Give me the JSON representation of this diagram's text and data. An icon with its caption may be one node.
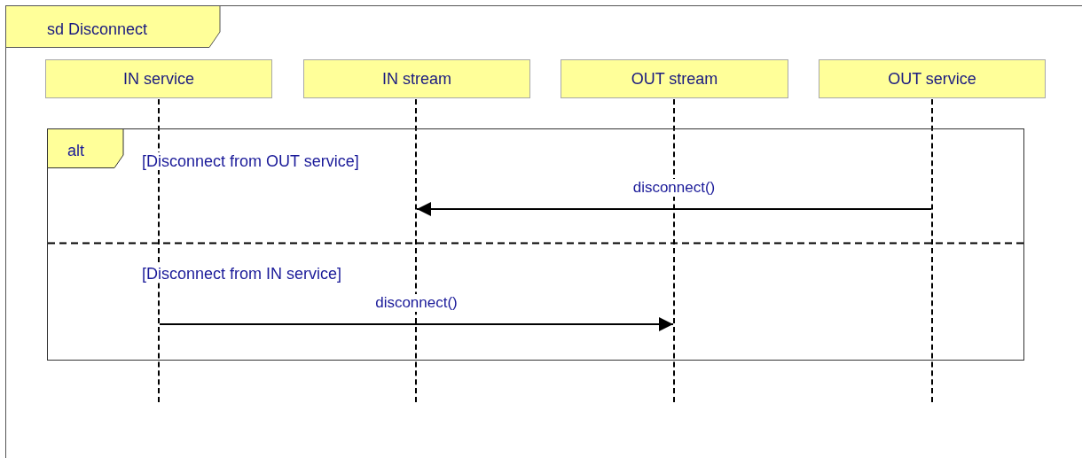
{
  "diagram": {
    "nodes": [
      {
        "text": [
          "sd Disconnect"
        ]
      },
      {
        "text": [
          "IN service"
        ],
        "in": 0
      },
      {
        "text": [
          "IN stream"
        ],
        "in": 0
      },
      {
        "text": [
          "OUT stream"
        ],
        "in": 0
      },
      {
        "text": [
          "OUT service"
        ],
        "in": 0
      },
      {
        "text": [],
        "shape": "line",
        "in": 0
      },
      {
        "text": [],
        "shape": "line",
        "in": 0
      },
      {
        "text": [],
        "shape": "line",
        "in": 0
      },
      {
        "text": [],
        "shape": "line",
        "in": 0
      }
    ],
    "edges": [
      {
        "from": 8,
        "to": 6,
        "arrow": "to",
        "label": "disconnect()"
      },
      {
        "from": 5,
        "to": 7,
        "arrow": "to",
        "label": "disconnect()"
      }
    ],
    "labels": [
      "alt",
      "[Disconnect from OUT service]",
      "[Disconnect from IN service]"
    ]
  }
}
